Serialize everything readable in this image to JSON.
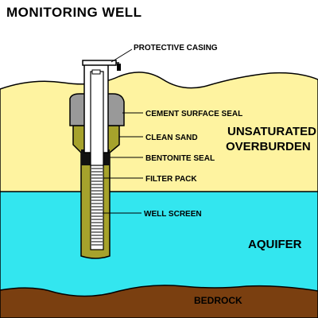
{
  "title": "MONITORING WELL",
  "labels": {
    "protective_casing": "PROTECTIVE CASING",
    "cement_surface_seal": "CEMENT SURFACE SEAL",
    "clean_sand": "CLEAN SAND",
    "bentonite_seal": "BENTONITE SEAL",
    "filter_pack": "FILTER PACK",
    "well_screen": "WELL SCREEN"
  },
  "zones": {
    "unsaturated_line1": "UNSATURATED",
    "unsaturated_line2": "OVERBURDEN",
    "aquifer": "AQUIFER",
    "bedrock": "BEDROCK"
  },
  "colors": {
    "overburden": "#fef3a0",
    "aquifer": "#33e6ef",
    "bedrock": "#7a3f10",
    "cement": "#999999",
    "sand": "#a6a22c",
    "bentonite": "#111111",
    "casing": "#ffffff"
  }
}
